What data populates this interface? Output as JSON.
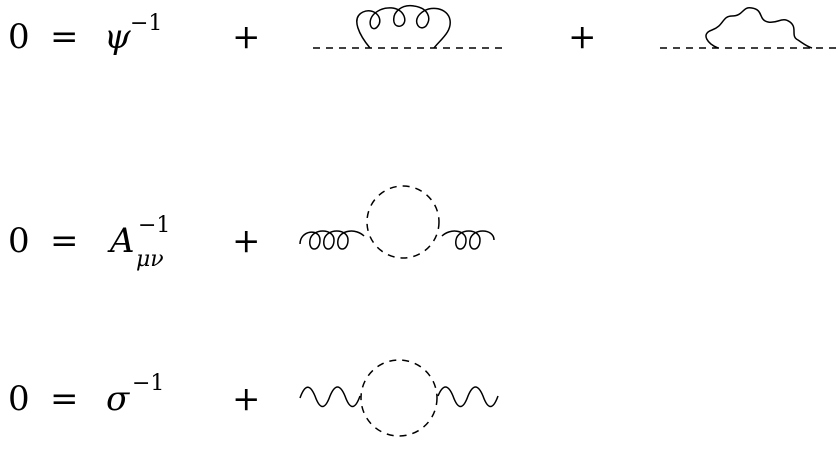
{
  "equations": [
    {
      "lhs": "0",
      "eq": "=",
      "inverse_symbol": "ψ",
      "inverse_exponent": "−1",
      "inverse_subscript": "",
      "plus_1": "+",
      "plus_2": "+"
    },
    {
      "lhs": "0",
      "eq": "=",
      "inverse_symbol": "A",
      "inverse_exponent": "−1",
      "inverse_subscript": "μν",
      "plus_1": "+"
    },
    {
      "lhs": "0",
      "eq": "=",
      "inverse_symbol": "σ",
      "inverse_exponent": "−1",
      "inverse_subscript": "",
      "plus_1": "+"
    }
  ],
  "colors": {
    "ink": "#000000",
    "background": "#ffffff"
  }
}
